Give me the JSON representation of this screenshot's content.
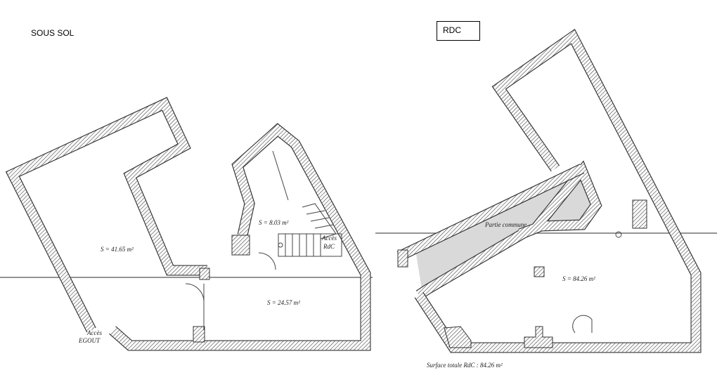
{
  "sous_sol": {
    "title": "SOUS SOL",
    "room_1_area": "S = 41.65 m²",
    "room_2_area": "S = 8.03 m²",
    "room_3_area": "S = 24.57 m²",
    "acces_rdc": [
      "Accès",
      "RdC"
    ],
    "acces_egout": [
      "Accès",
      "EGOUT"
    ]
  },
  "rdc": {
    "title": "RDC",
    "partie_commune": "Partie commune",
    "area": "S = 84.26 m²",
    "surface_totale": "Surface totale RdC : 84.26 m²"
  },
  "colors": {
    "wall": "#333333",
    "common_area": "#d9d9d9"
  }
}
